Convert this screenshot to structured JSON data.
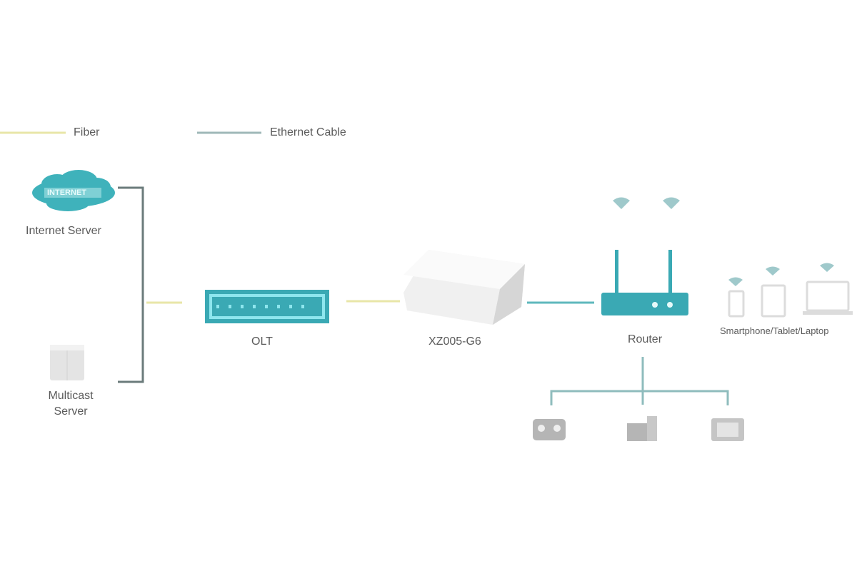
{
  "legend": {
    "fiber": "Fiber",
    "ethernet": "Ethernet Cable"
  },
  "nodes": {
    "cloud_text": "INTERNET",
    "internet_server": "Internet Server",
    "multicast_server_line1": "Multicast",
    "multicast_server_line2": "Server",
    "olt": "OLT",
    "ont": "XZ005-G6",
    "router": "Router",
    "wireless_clients": "Smartphone/Tablet/Laptop"
  },
  "colors": {
    "fiber": "#e8e6a8",
    "ethernet": "#5fb8bd",
    "device": "#3aa9b4",
    "bracket": "#6b7b7b",
    "grey_icon": "#b5b5b5"
  }
}
